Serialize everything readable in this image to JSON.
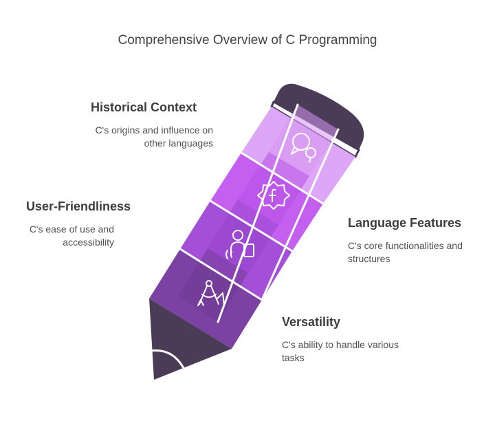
{
  "title": "Comprehensive Overview of C Programming",
  "items": [
    {
      "label": "Historical Context",
      "desc_lines": [
        "C's origins and influence on",
        "other languages"
      ]
    },
    {
      "label": "User-Friendliness",
      "desc_lines": [
        "C's ease of use and",
        "accessibility"
      ]
    },
    {
      "label": "Language Features",
      "desc_lines": [
        "C's core functionalities and",
        "structures"
      ]
    },
    {
      "label": "Versatility",
      "desc_lines": [
        "C's ability to handle various",
        "tasks"
      ]
    }
  ],
  "icons": [
    "speech-bubbles-icon",
    "function-gear-icon",
    "user-touch-icon",
    "compass-tools-icon"
  ],
  "colors": {
    "eraser": "#4a3b57",
    "band1": "#dda6f7",
    "band2": "#c45ff0",
    "band3": "#a44fd8",
    "band4": "#7c42a3",
    "tip": "#4a3b57",
    "icon_stroke": "#ffffff"
  }
}
